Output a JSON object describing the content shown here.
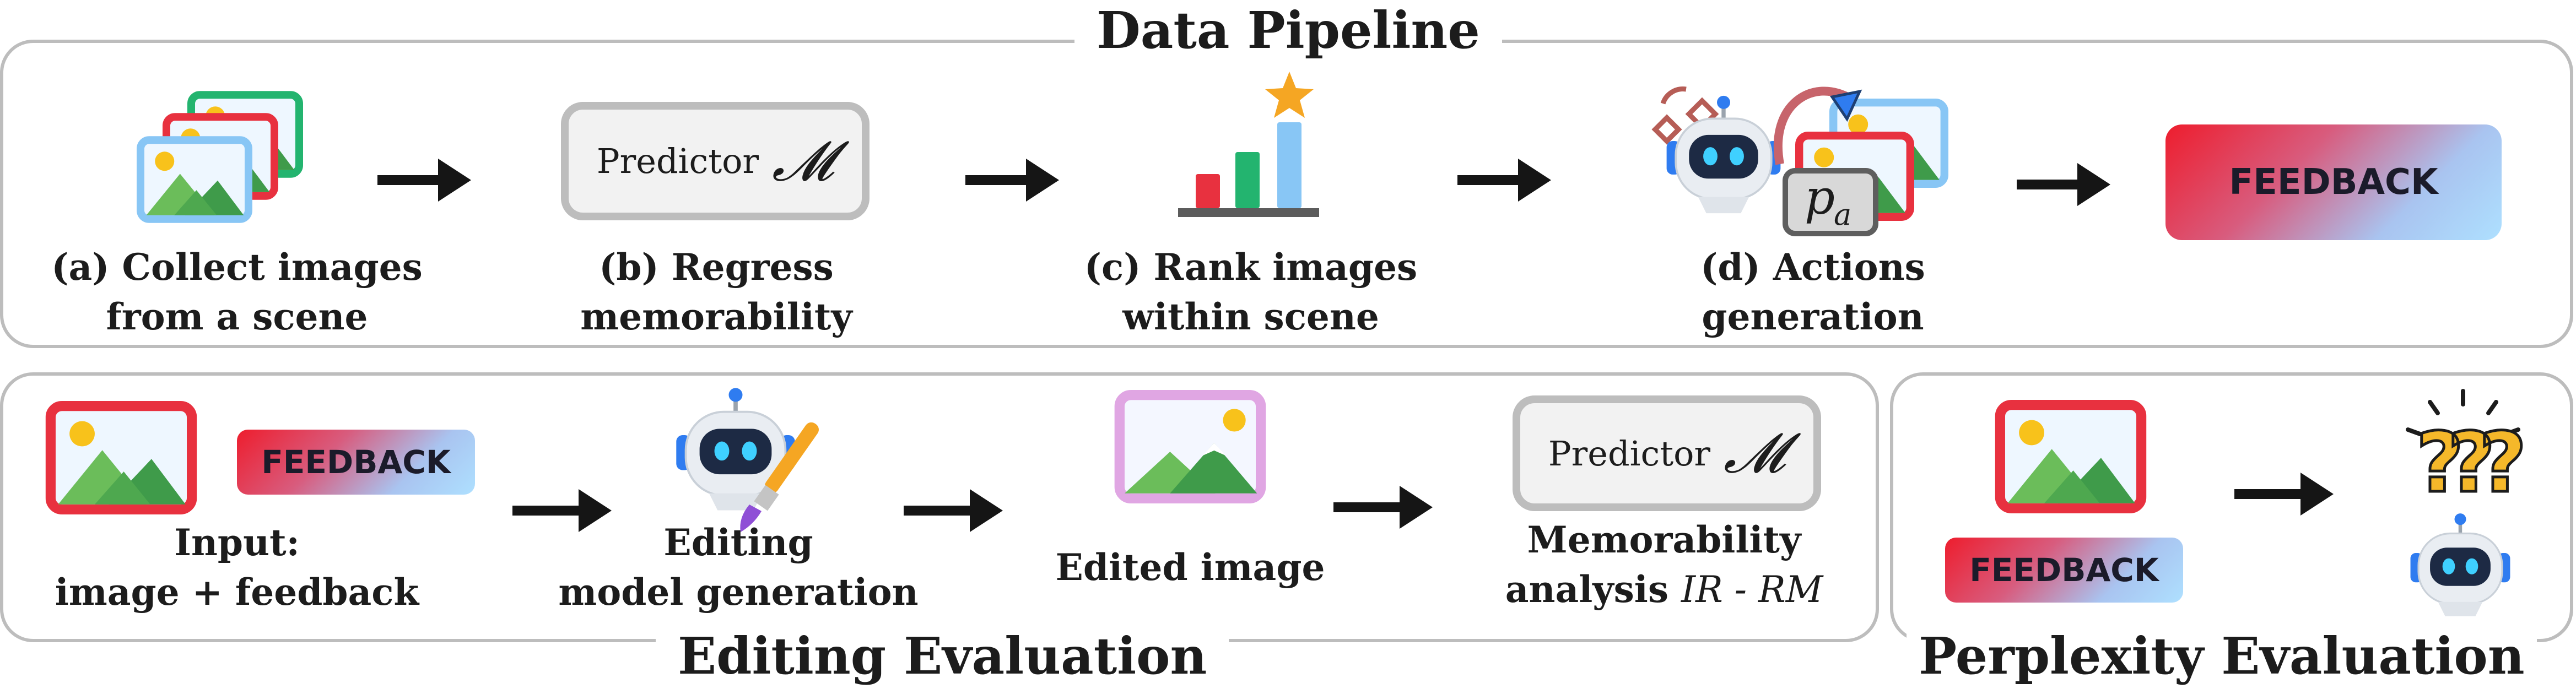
{
  "sections": {
    "data_pipeline": "Data Pipeline",
    "editing_evaluation": "Editing Evaluation",
    "perplexity_evaluation": "Perplexity Evaluation"
  },
  "pipeline": {
    "step_a": [
      "(a) Collect images",
      "from a scene"
    ],
    "step_b": [
      "(b) Regress",
      "memorability"
    ],
    "step_c": [
      "(c) Rank images",
      "within scene"
    ],
    "step_d": [
      "(d) Actions",
      "generation"
    ],
    "predictor_label": "Predictor",
    "predictor_symbol": "𝓜",
    "action_symbol": "p",
    "action_subscript": "a",
    "feedback_label": "FEEDBACK"
  },
  "editing": {
    "input": [
      "Input:",
      "image + feedback"
    ],
    "model": [
      "Editing",
      "model generation"
    ],
    "edited": "Edited image",
    "analysis_line1": "Memorability",
    "analysis_prefix": "analysis ",
    "analysis_metric": "IR - RM",
    "predictor_label": "Predictor",
    "predictor_symbol": "𝓜",
    "feedback_label": "FEEDBACK"
  },
  "perplexity": {
    "feedback_label": "FEEDBACK",
    "confusion_marks": "???"
  },
  "colors": {
    "panel_border": "#bdbdbd",
    "frame_red": "#e8313f",
    "frame_green": "#23b46f",
    "frame_blue": "#88c6f5",
    "frame_pink": "#e0a6e3",
    "mountain_dark": "#3f9b4a",
    "mountain_light": "#6bbd5a",
    "sun": "#f8c21b"
  },
  "icons": [
    "image-stack-icon",
    "bar-chart-star-icon",
    "robot-icon",
    "image-icon",
    "paintbrush-icon",
    "question-marks-icon",
    "arrow-icon"
  ]
}
